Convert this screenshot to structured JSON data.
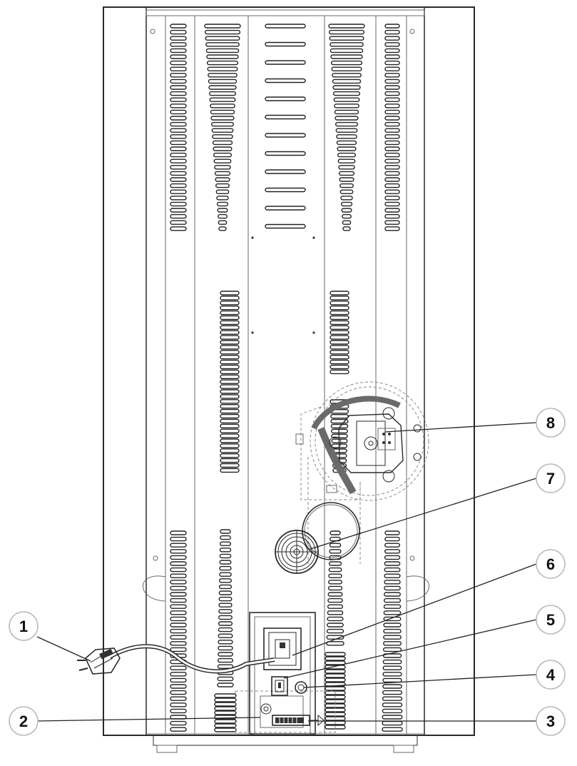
{
  "diagram": {
    "colors": {
      "line": "#2a2a2a",
      "light_line": "#6a6a6a",
      "dashed": "#8a8a8a",
      "callout_ring": "#b9b9b9"
    },
    "callouts": [
      {
        "id": "1",
        "label": "1",
        "target": "power-cord-plug"
      },
      {
        "id": "2",
        "label": "2",
        "target": "connection-panel"
      },
      {
        "id": "3",
        "label": "3",
        "target": "terminal-block"
      },
      {
        "id": "4",
        "label": "4",
        "target": "rear-connector"
      },
      {
        "id": "5",
        "label": "5",
        "target": "switch"
      },
      {
        "id": "6",
        "label": "6",
        "target": "power-socket"
      },
      {
        "id": "7",
        "label": "7",
        "target": "air-intake"
      },
      {
        "id": "8",
        "label": "8",
        "target": "fan-motor"
      }
    ]
  }
}
